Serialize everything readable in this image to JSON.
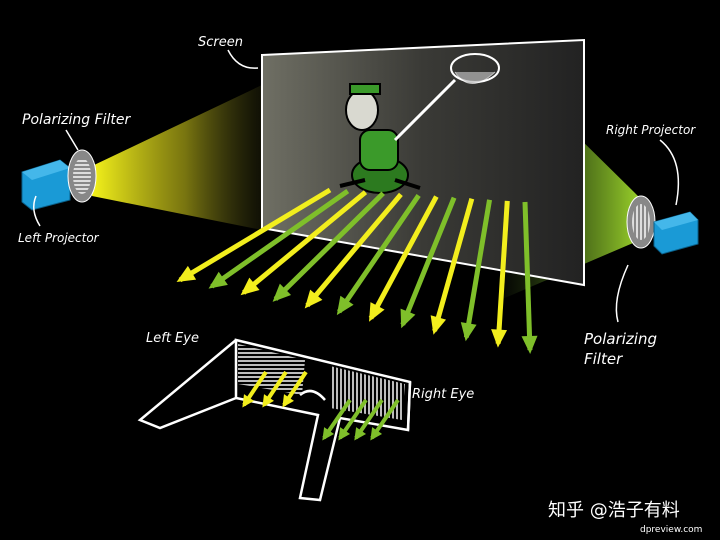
{
  "labels": {
    "screen": "Screen",
    "polarizing_filter_left": "Polarizing Filter",
    "left_projector": "Left Projector",
    "right_projector": "Right Projector",
    "polarizing_filter_right_line1": "Polarizing",
    "polarizing_filter_right_line2": "Filter",
    "left_eye": "Left Eye",
    "right_eye": "Right Eye"
  },
  "watermark": {
    "text": "知乎 @浩子有料",
    "site": "dpreview.com"
  },
  "colors": {
    "background": "#000000",
    "left_beam": "#f2ee1d",
    "right_beam": "#7fbf2a",
    "left_projector": "#1a9ad6",
    "right_projector": "#1a9ad6",
    "outline": "#ffffff"
  },
  "arrows": [
    {
      "color": "left"
    },
    {
      "color": "right"
    },
    {
      "color": "left"
    },
    {
      "color": "right"
    },
    {
      "color": "left"
    },
    {
      "color": "right"
    },
    {
      "color": "left"
    },
    {
      "color": "right"
    },
    {
      "color": "left"
    },
    {
      "color": "right"
    },
    {
      "color": "left"
    },
    {
      "color": "right"
    }
  ],
  "glasses_arrows": {
    "left_lens": [
      "left",
      "left",
      "left"
    ],
    "right_lens": [
      "right",
      "right",
      "right",
      "right"
    ]
  }
}
